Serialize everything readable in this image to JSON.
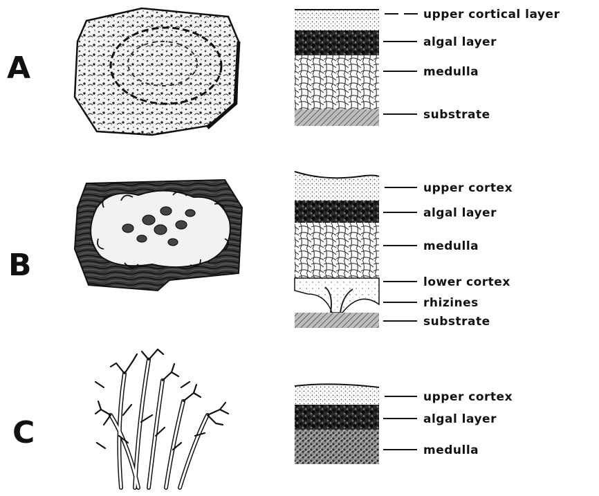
{
  "panels": [
    {
      "letter": "A",
      "labels": [
        "upper cortical layer",
        "algal layer",
        "medulla",
        "substrate"
      ]
    },
    {
      "letter": "B",
      "labels": [
        "upper cortex",
        "algal layer",
        "medulla",
        "lower cortex",
        "rhizines",
        "substrate"
      ]
    },
    {
      "letter": "C",
      "labels": [
        "upper cortex",
        "algal layer",
        "medulla"
      ]
    }
  ]
}
